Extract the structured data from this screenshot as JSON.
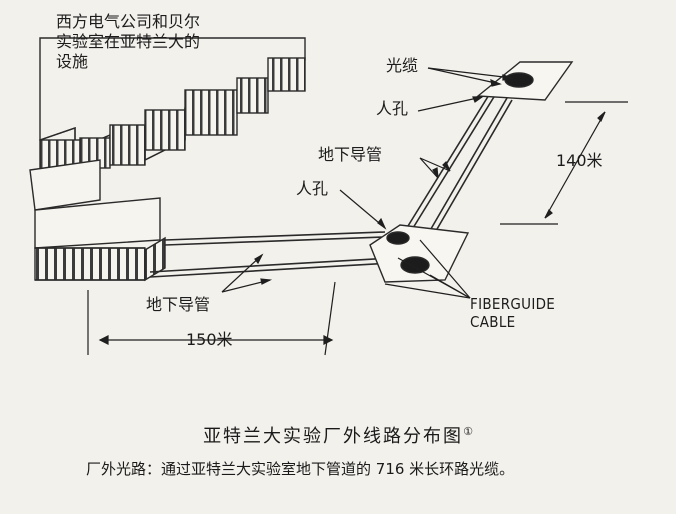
{
  "diagram": {
    "labels": {
      "facility": "西方电气公司和贝尔实验室在亚特兰大的设施",
      "optical_cable": "光缆",
      "manhole_far": "人孔",
      "conduit_upper": "地下导管",
      "manhole_near": "人孔",
      "conduit_lower": "地下导管",
      "distance_140": "140米",
      "distance_150": "150米",
      "fiberguide_line1": "FIBERGUIDE",
      "fiberguide_line2": "CABLE"
    },
    "caption": {
      "title": "亚特兰大实验厂外线路分布图",
      "title_marker": "①",
      "note": "厂外光路：通过亚特兰大实验室地下管道的 716 米长环路光缆。"
    }
  }
}
